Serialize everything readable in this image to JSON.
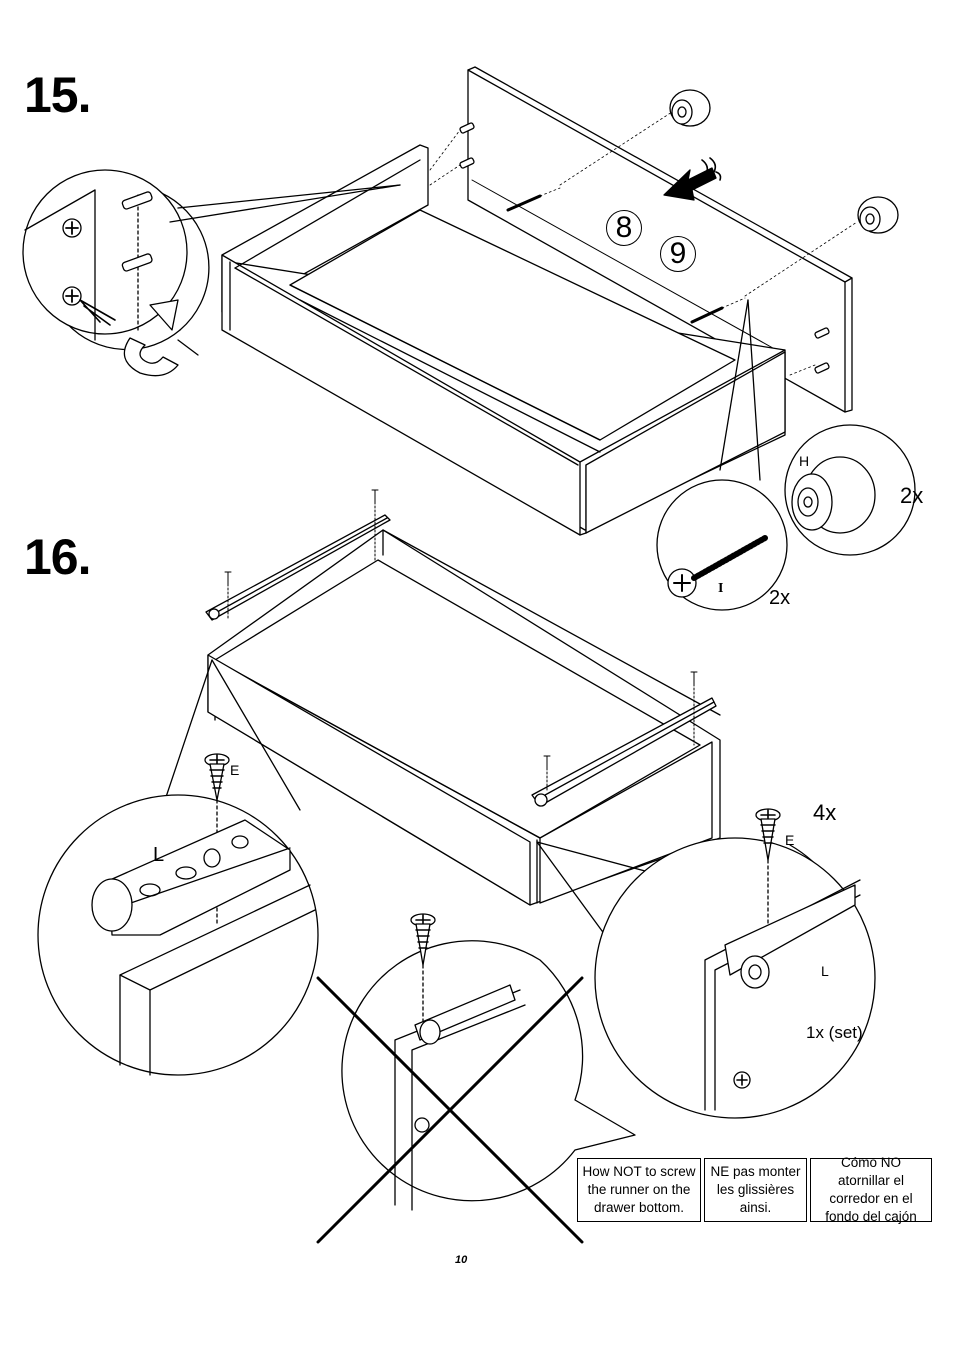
{
  "steps": {
    "step15": {
      "number": "15.",
      "part_numbers": [
        "8",
        "9"
      ]
    },
    "step16": {
      "number": "16."
    }
  },
  "labels": {
    "knob_part": "H",
    "knob_qty": "2x",
    "screw_part": "I",
    "screw_qty": "2x",
    "screw_e_left": "E",
    "runner_l_left": "L",
    "runner_qty_right": "4x",
    "screw_e_right": "E",
    "runner_l_right": "L",
    "set_qty": "1x (set)"
  },
  "warning_notes": [
    {
      "lang": "en",
      "text": "How NOT to screw the  runner on the drawer bottom."
    },
    {
      "lang": "fr",
      "text": "NE pas monter les glissières ainsi."
    },
    {
      "lang": "es",
      "text": "Cómo NO atornillar el corredor en el fondo del cajón"
    }
  ],
  "page_number": "10"
}
